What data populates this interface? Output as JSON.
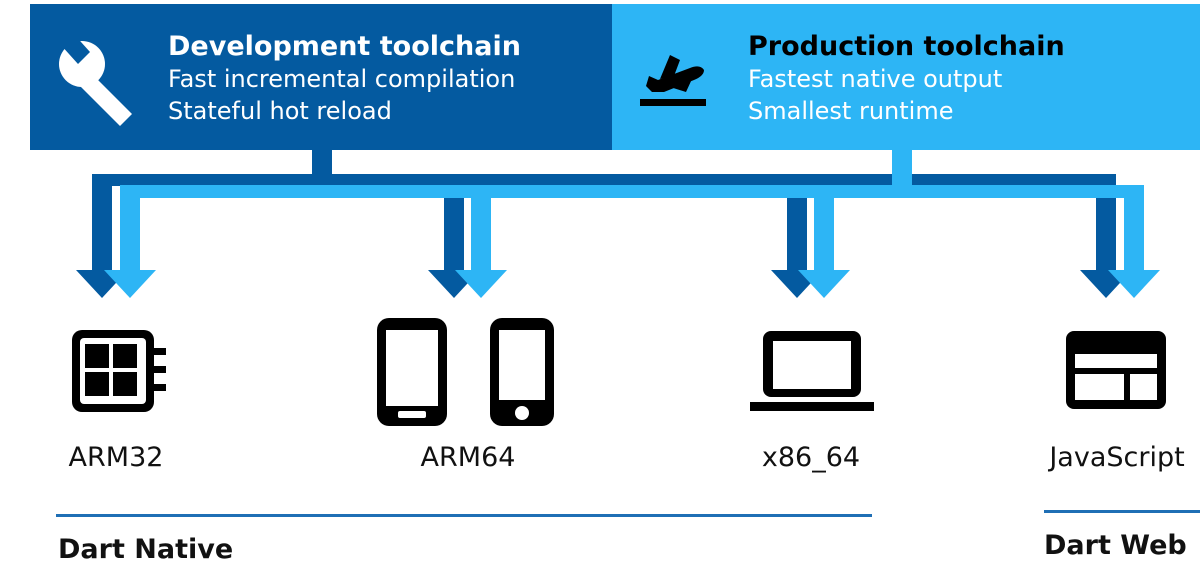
{
  "colors": {
    "dev_blue": "#045AA0",
    "prod_blue": "#2DB5F5",
    "icon_black": "#000000",
    "rule_blue": "#1F6FB5"
  },
  "dev_toolchain": {
    "title": "Development toolchain",
    "lines": [
      "Fast incremental compilation",
      "Stateful hot reload"
    ],
    "icon": "wrench-icon"
  },
  "prod_toolchain": {
    "title": "Production toolchain",
    "lines": [
      "Fastest native output",
      "Smallest runtime"
    ],
    "icon": "airplane-takeoff-icon"
  },
  "targets": [
    {
      "label": "ARM32",
      "icon": "chip-icon"
    },
    {
      "label": "ARM64",
      "icon": "mobile-phones-icon"
    },
    {
      "label": "x86_64",
      "icon": "laptop-icon"
    },
    {
      "label": "JavaScript",
      "icon": "browser-window-icon"
    }
  ],
  "groups": [
    {
      "label": "Dart Native"
    },
    {
      "label": "Dart Web"
    }
  ]
}
